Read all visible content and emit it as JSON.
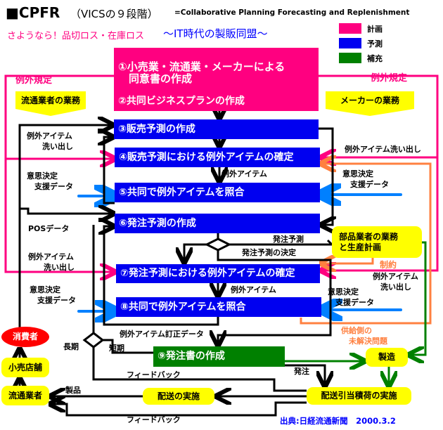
{
  "header": {
    "title_main": "■CPFR",
    "title_paren": "（VICSの９段階）",
    "title_english": "=Collaborative Planning Forecasting and Replenishment",
    "subtitle_pink": "さようなら！品切ロス・在庫ロス",
    "subtitle_blue": "〜IT時代の製販同盟〜"
  },
  "legend": [
    {
      "label": "計画",
      "color": "#ff0080"
    },
    {
      "label": "予測",
      "color": "#0000f0"
    },
    {
      "label": "補充",
      "color": "#008000"
    }
  ],
  "steps": [
    {
      "label": "①小売業・流通業・メーカーによる\n　同意書の作成",
      "color": "#ff0080"
    },
    {
      "label": "②共同ビジネスプランの作成",
      "color": "#ff0080"
    },
    {
      "label": "③販売予測の作成",
      "color": "#0000f0"
    },
    {
      "label": "④販売予測における例外アイテムの確定",
      "color": "#0000f0"
    },
    {
      "label": "⑤共同で例外アイテムを照合",
      "color": "#0000f0"
    },
    {
      "label": "⑥発注予測の作成",
      "color": "#0000f0"
    },
    {
      "label": "⑦発注予測における例外アイテムの確定",
      "color": "#0000f0"
    },
    {
      "label": "⑧共同で例外アイテムを照合",
      "color": "#0000f0"
    },
    {
      "label": "⑨発注書の作成",
      "color": "#008000"
    }
  ],
  "regions": {
    "exception_left": "例外規定",
    "exception_right": "例外規定",
    "distributor_work": "流通業者の業務",
    "maker_work": "メーカーの業務"
  },
  "nodes": {
    "parts_supplier": "部品業者の業務\nと生産計画",
    "manufacturing": "製造",
    "shipment_allocation": "配送引当積荷の実施",
    "delivery": "配送の実施",
    "distributor": "流通業者",
    "retail_store": "小売店舗",
    "consumer": "消費者"
  },
  "labels": {
    "exc_items_wash_l1": "例外アイテム\n　　洗い出し",
    "decision_data_l1": "意思決定\n　支援データ",
    "pos_data": "POSデータ",
    "exc_items_wash_l2": "例外アイテム\n　　洗い出し",
    "decision_data_l2": "意思決定\n　支援データ",
    "exc_items_wash_r1": "例外アイテム洗い出し",
    "decision_data_r1": "意思決定\n　支援データ",
    "exc_items_wash_r2": "例外アイテム\n　洗い出し",
    "decision_data_r2": "意思決定\n　支援データ",
    "exc_item_1": "例外アイテム",
    "exc_item_2": "例外アイテム",
    "order_forecast": "発注予測",
    "order_forecast_decision": "発注予測の決定",
    "constraint": "制約",
    "supply_issues": "供給側の\n　未解決問題",
    "exc_item_correction": "例外アイテム訂正データ",
    "long_term": "長期",
    "short_term": "短期",
    "feedback_1": "フィードバック",
    "order": "発注",
    "product": "製品",
    "feedback_2": "フィードバック"
  },
  "source": "出典:日経流通新聞　2000.3.2"
}
